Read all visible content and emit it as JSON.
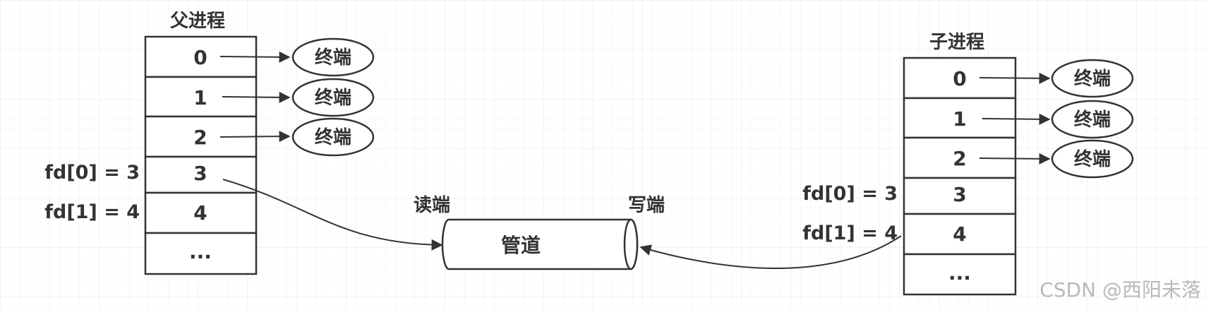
{
  "parent": {
    "title": "父进程",
    "cells": [
      "0",
      "1",
      "2",
      "3",
      "4",
      "..."
    ],
    "fd0_label": "fd[0]  =  3",
    "fd1_label": "fd[1]  =  4"
  },
  "child": {
    "title": "子进程",
    "cells": [
      "0",
      "1",
      "2",
      "3",
      "4",
      "..."
    ],
    "fd0_label": "fd[0]  =  3",
    "fd1_label": "fd[1]  =  4"
  },
  "terminal_label": "终端",
  "pipe": {
    "label": "管道",
    "read_end": "读端",
    "write_end": "写端"
  },
  "watermark": "CSDN @西阳未落",
  "colors": {
    "stroke": "#333333",
    "grid": "#e4e4e4",
    "background": "#ffffff"
  }
}
